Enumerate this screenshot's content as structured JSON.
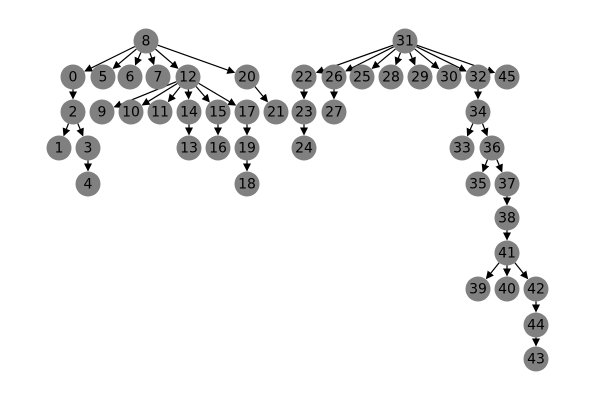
{
  "graph": {
    "type": "directed-forest",
    "node_color": "#808080",
    "edge_color": "#000000",
    "nodes": [
      {
        "id": "8",
        "label": "8"
      },
      {
        "id": "0",
        "label": "0"
      },
      {
        "id": "5",
        "label": "5"
      },
      {
        "id": "6",
        "label": "6"
      },
      {
        "id": "7",
        "label": "7"
      },
      {
        "id": "12",
        "label": "12"
      },
      {
        "id": "20",
        "label": "20"
      },
      {
        "id": "2",
        "label": "2"
      },
      {
        "id": "1",
        "label": "1"
      },
      {
        "id": "3",
        "label": "3"
      },
      {
        "id": "4",
        "label": "4"
      },
      {
        "id": "9",
        "label": "9"
      },
      {
        "id": "10",
        "label": "10"
      },
      {
        "id": "11",
        "label": "11"
      },
      {
        "id": "14",
        "label": "14"
      },
      {
        "id": "15",
        "label": "15"
      },
      {
        "id": "17",
        "label": "17"
      },
      {
        "id": "13",
        "label": "13"
      },
      {
        "id": "16",
        "label": "16"
      },
      {
        "id": "19",
        "label": "19"
      },
      {
        "id": "18",
        "label": "18"
      },
      {
        "id": "21",
        "label": "21"
      },
      {
        "id": "31",
        "label": "31"
      },
      {
        "id": "22",
        "label": "22"
      },
      {
        "id": "26",
        "label": "26"
      },
      {
        "id": "25",
        "label": "25"
      },
      {
        "id": "28",
        "label": "28"
      },
      {
        "id": "29",
        "label": "29"
      },
      {
        "id": "30",
        "label": "30"
      },
      {
        "id": "32",
        "label": "32"
      },
      {
        "id": "45",
        "label": "45"
      },
      {
        "id": "23",
        "label": "23"
      },
      {
        "id": "24",
        "label": "24"
      },
      {
        "id": "27",
        "label": "27"
      },
      {
        "id": "34",
        "label": "34"
      },
      {
        "id": "33",
        "label": "33"
      },
      {
        "id": "36",
        "label": "36"
      },
      {
        "id": "35",
        "label": "35"
      },
      {
        "id": "37",
        "label": "37"
      },
      {
        "id": "38",
        "label": "38"
      },
      {
        "id": "41",
        "label": "41"
      },
      {
        "id": "39",
        "label": "39"
      },
      {
        "id": "40",
        "label": "40"
      },
      {
        "id": "42",
        "label": "42"
      },
      {
        "id": "44",
        "label": "44"
      },
      {
        "id": "43",
        "label": "43"
      }
    ],
    "edges": [
      [
        "8",
        "0"
      ],
      [
        "8",
        "5"
      ],
      [
        "8",
        "6"
      ],
      [
        "8",
        "7"
      ],
      [
        "8",
        "12"
      ],
      [
        "8",
        "20"
      ],
      [
        "0",
        "2"
      ],
      [
        "2",
        "1"
      ],
      [
        "2",
        "3"
      ],
      [
        "3",
        "4"
      ],
      [
        "12",
        "9"
      ],
      [
        "12",
        "10"
      ],
      [
        "12",
        "11"
      ],
      [
        "12",
        "14"
      ],
      [
        "12",
        "15"
      ],
      [
        "12",
        "17"
      ],
      [
        "14",
        "13"
      ],
      [
        "15",
        "16"
      ],
      [
        "17",
        "19"
      ],
      [
        "19",
        "18"
      ],
      [
        "20",
        "21"
      ],
      [
        "31",
        "22"
      ],
      [
        "31",
        "26"
      ],
      [
        "31",
        "25"
      ],
      [
        "31",
        "28"
      ],
      [
        "31",
        "29"
      ],
      [
        "31",
        "30"
      ],
      [
        "31",
        "32"
      ],
      [
        "31",
        "45"
      ],
      [
        "22",
        "23"
      ],
      [
        "23",
        "24"
      ],
      [
        "26",
        "27"
      ],
      [
        "32",
        "34"
      ],
      [
        "34",
        "33"
      ],
      [
        "34",
        "36"
      ],
      [
        "36",
        "35"
      ],
      [
        "36",
        "37"
      ],
      [
        "37",
        "38"
      ],
      [
        "38",
        "41"
      ],
      [
        "41",
        "39"
      ],
      [
        "41",
        "40"
      ],
      [
        "41",
        "42"
      ],
      [
        "42",
        "44"
      ],
      [
        "44",
        "43"
      ]
    ]
  }
}
